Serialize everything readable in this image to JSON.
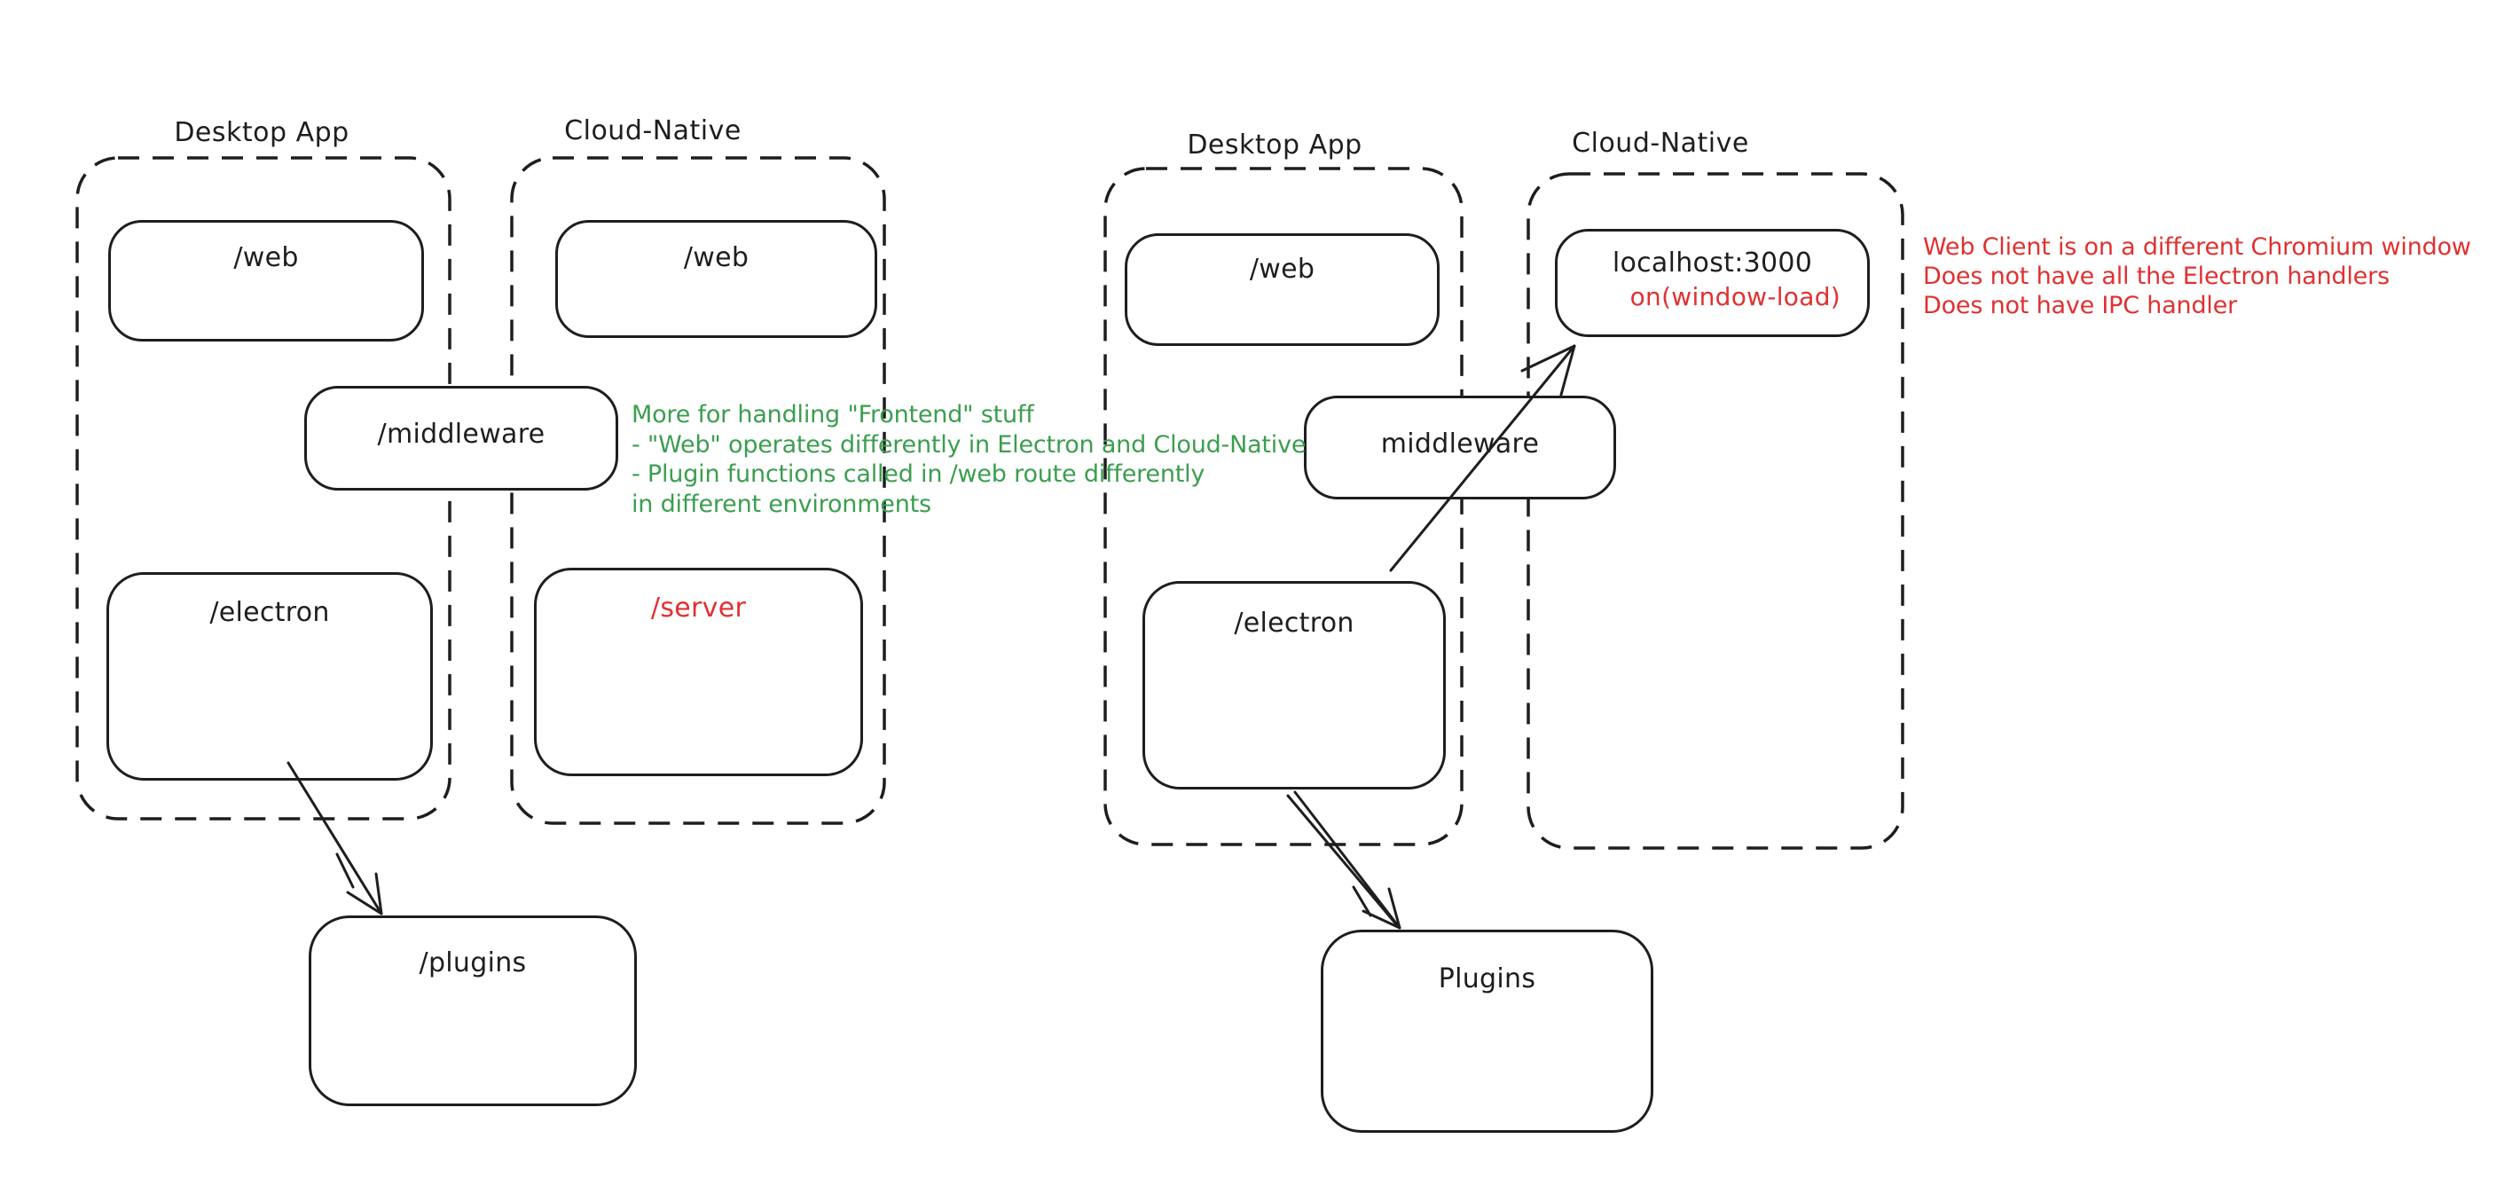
{
  "colors": {
    "ink": "#1e1e1e",
    "red": "#e03131",
    "green": "#3b9e4f",
    "background": "#ffffff"
  },
  "containers": {
    "left_desktop": {
      "title": "Desktop App"
    },
    "left_cloud": {
      "title": "Cloud-Native"
    },
    "right_desktop": {
      "title": "Desktop App"
    },
    "right_cloud": {
      "title": "Cloud-Native"
    }
  },
  "boxes": {
    "left_web_desktop": {
      "label": "/web"
    },
    "left_web_cloud": {
      "label": "/web"
    },
    "left_middleware": {
      "label": "/middleware"
    },
    "left_electron": {
      "label": "/electron"
    },
    "left_server": {
      "label": "/server"
    },
    "left_plugins": {
      "label": "/plugins"
    },
    "right_web": {
      "label": "/web"
    },
    "right_localhost": {
      "label": "localhost:3000",
      "sublabel": "on(window-load)"
    },
    "right_middleware": {
      "label": "middleware"
    },
    "right_electron": {
      "label": "/electron"
    },
    "right_plugins": {
      "label": "Plugins"
    }
  },
  "annotations": {
    "green_note": {
      "lines": [
        "More for handling \"Frontend\" stuff",
        "- \"Web\" operates differently in Electron and Cloud-Native",
        "- Plugin functions called in /web route differently",
        "in different environments"
      ]
    },
    "red_note": {
      "lines": [
        "Web Client is on a different Chromium window",
        "Does not have all the Electron handlers",
        "Does not have IPC handler"
      ]
    }
  },
  "arrows": [
    {
      "from": "left_electron",
      "to": "left_plugins"
    },
    {
      "from": "right_electron",
      "to": "right_plugins"
    },
    {
      "from": "right_electron",
      "to": "right_localhost"
    }
  ]
}
